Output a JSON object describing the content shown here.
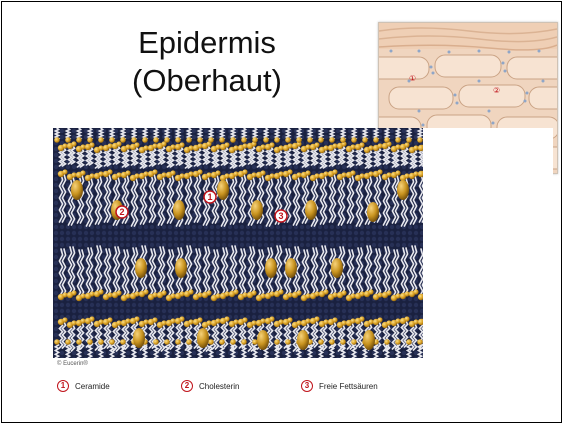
{
  "title": {
    "line1": "Epidermis",
    "line2": "(Oberhaut)"
  },
  "inset": {
    "markers": [
      "①",
      "②",
      "②"
    ]
  },
  "membrane": {
    "markers": [
      "1",
      "2",
      "3"
    ]
  },
  "credit": "© Eucerin®",
  "legend": [
    {
      "number": "1",
      "label": "Ceramide"
    },
    {
      "number": "2",
      "label": "Cholesterin"
    },
    {
      "number": "3",
      "label": "Freie Fettsäuren"
    }
  ],
  "colors": {
    "background": "#1a2140",
    "lipid_head": "#d9a022",
    "lipid_tail": "#e8e8ee",
    "marker": "#c0141c",
    "skin": "#f2d8c2"
  }
}
